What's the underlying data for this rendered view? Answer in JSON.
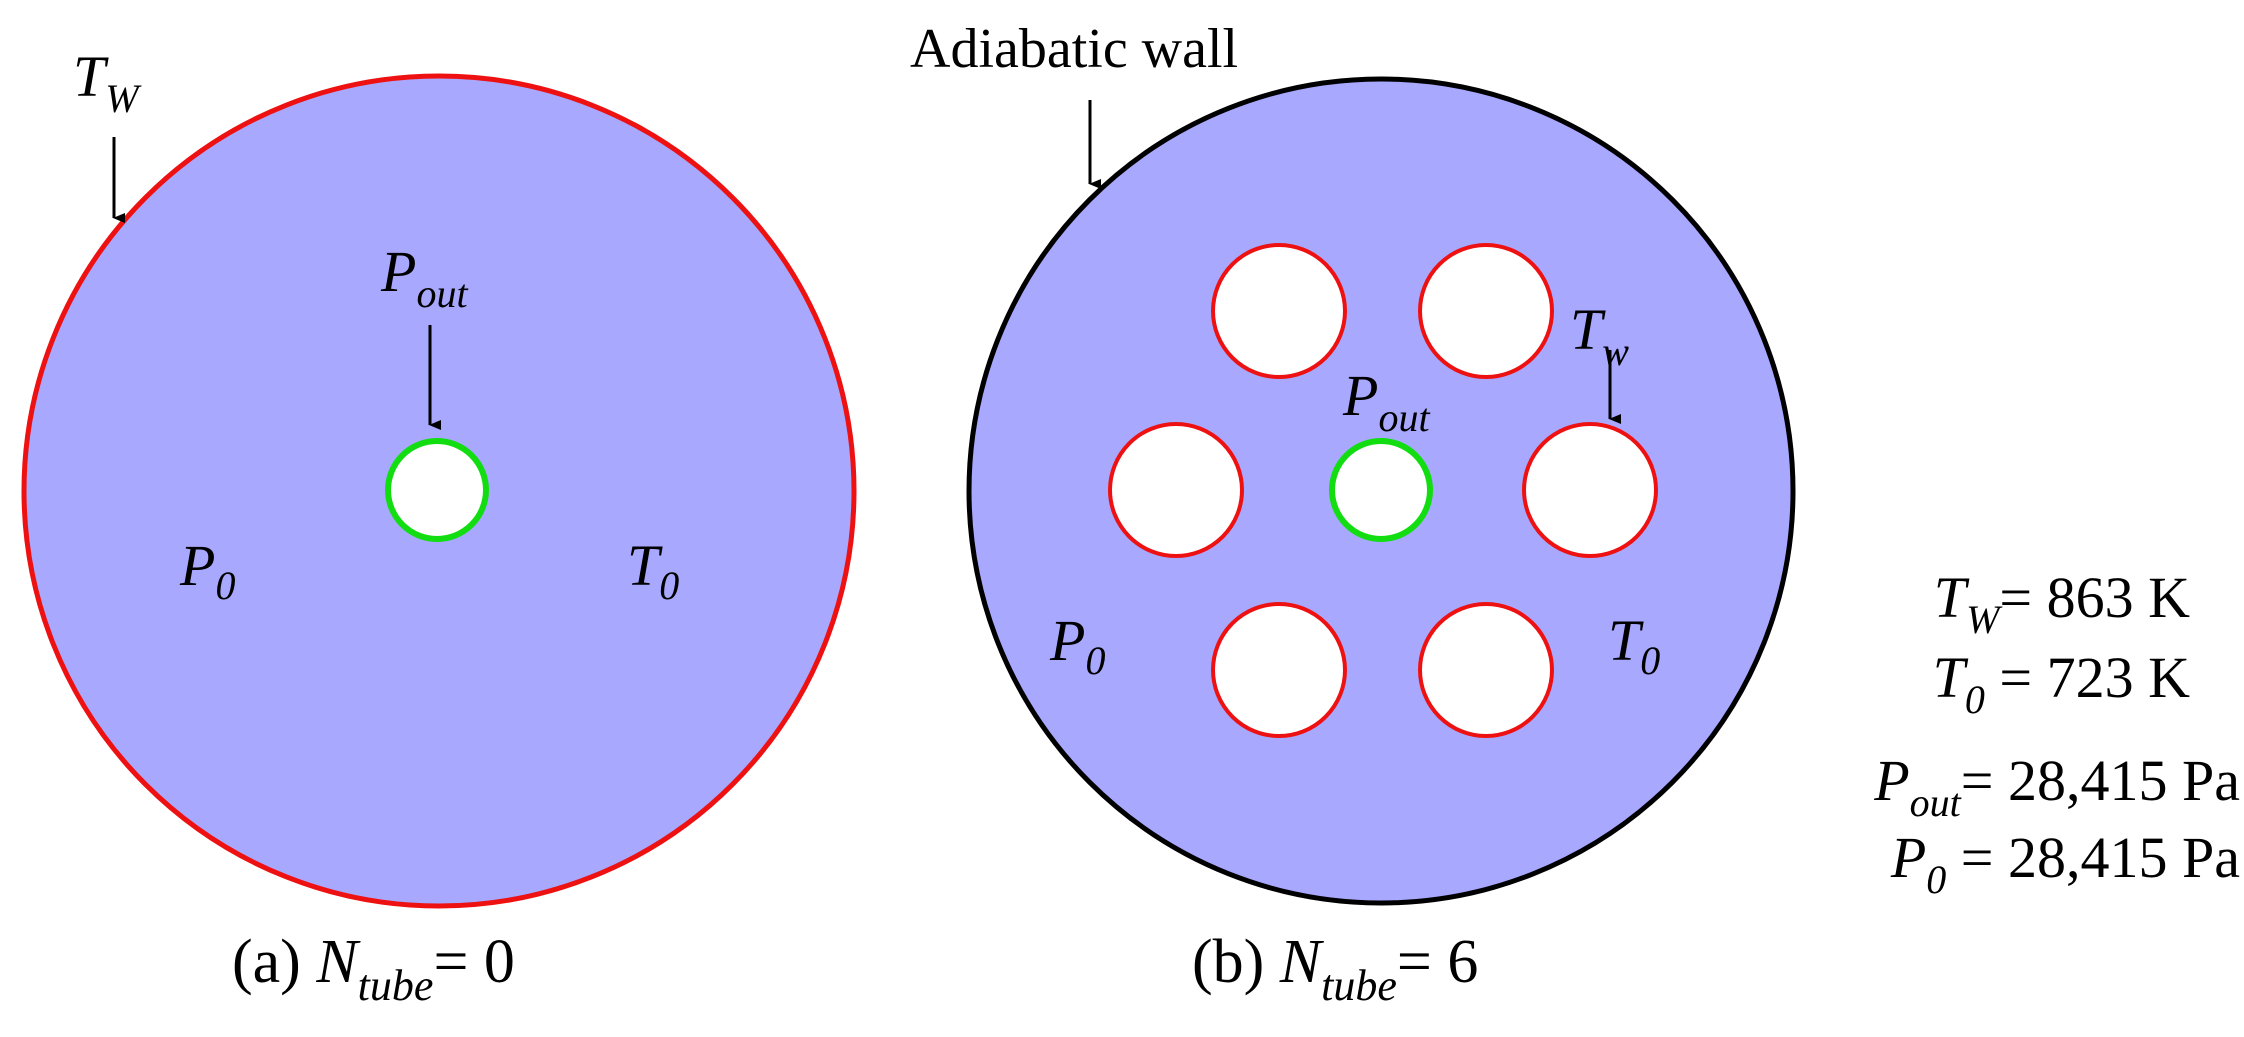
{
  "colors": {
    "domain_fill": "#a8a8ff",
    "heated_wall": "#ee1111",
    "outlet": "#11dd11",
    "adiabatic_wall": "#000000",
    "hole_fill": "#ffffff"
  },
  "panel_a": {
    "tw_symbol": "T",
    "tw_sub": "W",
    "pout_symbol": "P",
    "pout_sub": "out",
    "p0_symbol": "P",
    "p0_sub": "0",
    "t0_symbol": "T",
    "t0_sub": "0",
    "caption_prefix": "(a) ",
    "caption_symbol": "N",
    "caption_sub": "tube",
    "caption_suffix": "= 0"
  },
  "panel_b": {
    "wall_label": "Adiabatic wall",
    "tw_symbol": "T",
    "tw_sub": "w",
    "pout_symbol": "P",
    "pout_sub": "out",
    "p0_symbol": "P",
    "p0_sub": "0",
    "t0_symbol": "T",
    "t0_sub": "0",
    "caption_prefix": "(b) ",
    "caption_symbol": "N",
    "caption_sub": "tube",
    "caption_suffix": "= 6"
  },
  "conditions": [
    {
      "symbol": "T",
      "sub": "W",
      "value": "= 863 K"
    },
    {
      "symbol": "T",
      "sub": "0",
      "value": " = 723 K"
    },
    {
      "symbol": "P",
      "sub": "out",
      "value": "= 28,415 Pa"
    },
    {
      "symbol": "P",
      "sub": "0",
      "value": " = 28,415 Pa"
    }
  ]
}
